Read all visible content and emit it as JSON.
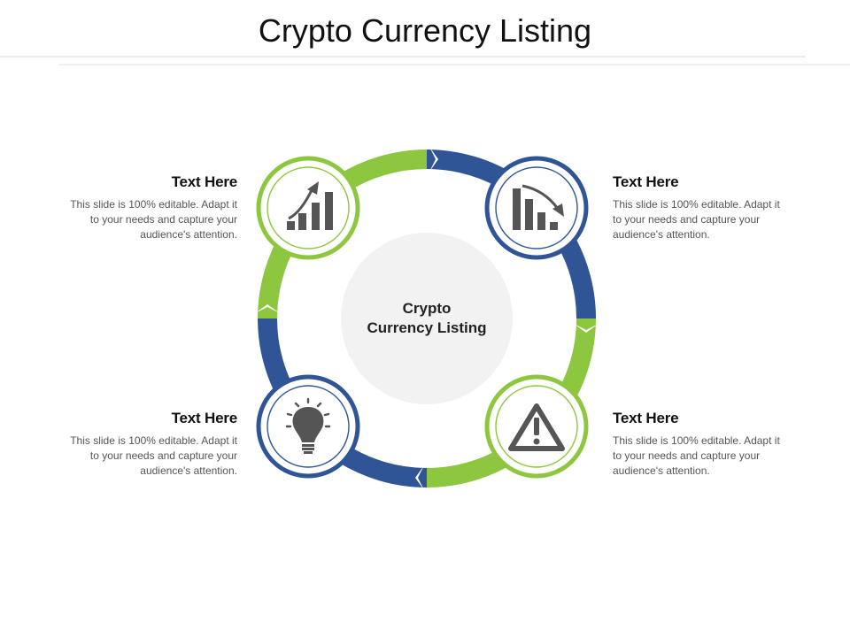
{
  "slide": {
    "title": "Crypto Currency Listing",
    "center_line1": "Crypto",
    "center_line2": "Currency Listing"
  },
  "colors": {
    "green": "#8DC63F",
    "blue": "#2F5597",
    "center_fill": "#F2F2F2",
    "icon_gray": "#555555"
  },
  "items": [
    {
      "position": "top-left",
      "icon": "growth-chart-icon",
      "heading": "Text Here",
      "body": "This slide is 100% editable. Adapt it to your needs and capture your audience's attention."
    },
    {
      "position": "top-right",
      "icon": "declining-chart-icon",
      "heading": "Text Here",
      "body": "This slide is 100% editable. Adapt it to your needs and capture your audience's attention."
    },
    {
      "position": "bottom-left",
      "icon": "lightbulb-icon",
      "heading": "Text Here",
      "body": "This slide is 100% editable. Adapt it to your needs and capture your audience's attention."
    },
    {
      "position": "bottom-right",
      "icon": "warning-icon",
      "heading": "Text Here",
      "body": "This slide is 100% editable. Adapt it to your needs and capture your audience's attention."
    }
  ]
}
